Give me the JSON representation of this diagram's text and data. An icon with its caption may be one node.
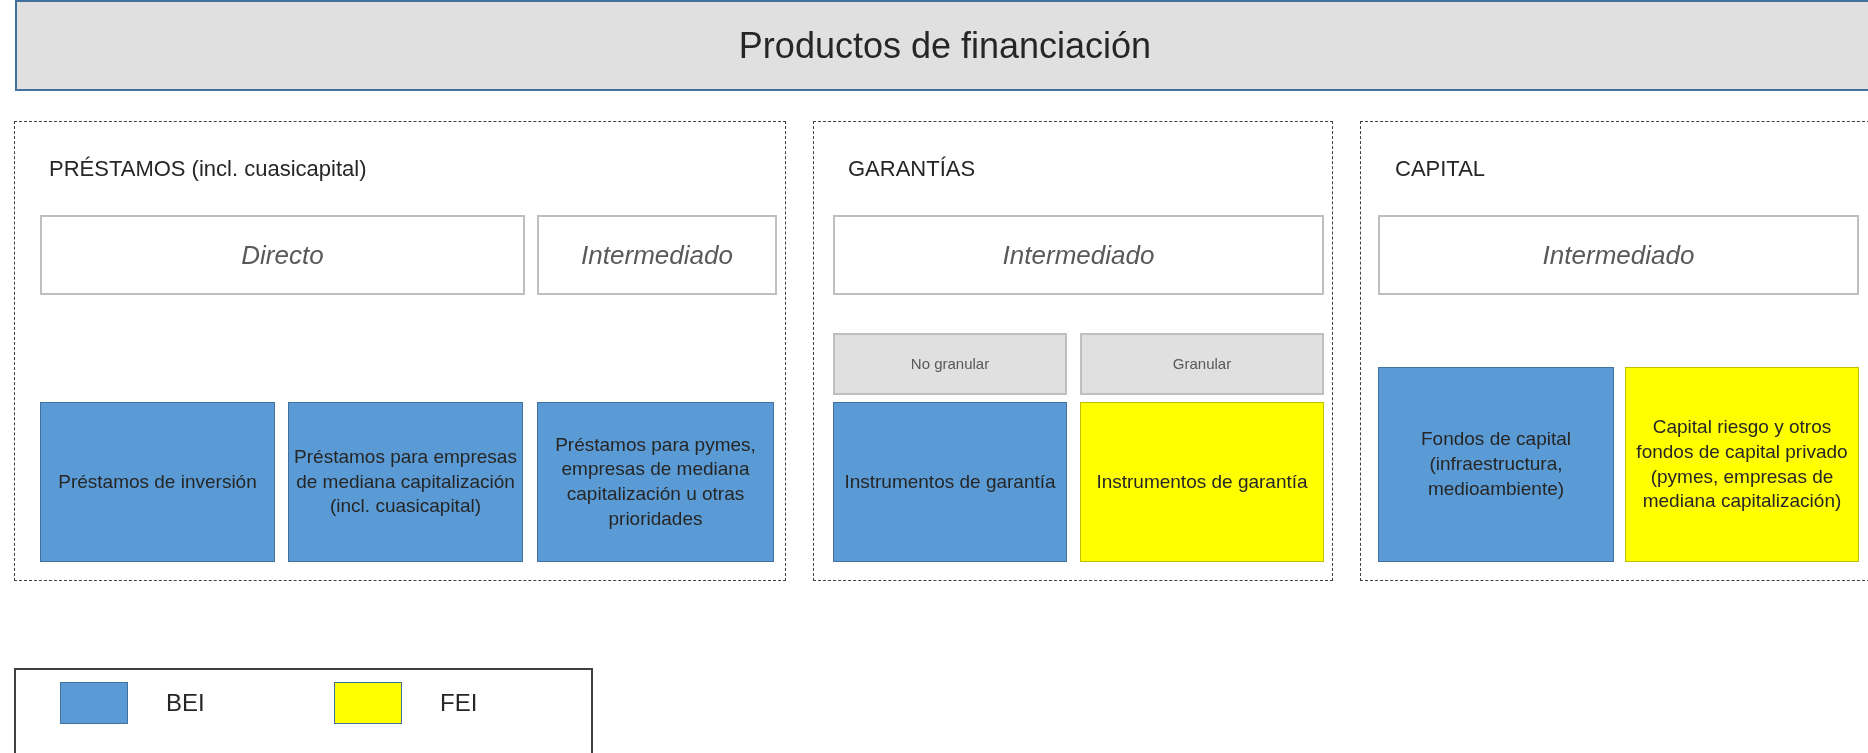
{
  "diagram": {
    "nodes": [
      {
        "text": [
          "Productos de financiación"
        ]
      },
      {
        "text": [
          "PRÉSTAMOS (incl. cuasicapital)"
        ]
      },
      {
        "text": [
          "Directo"
        ],
        "in": 1
      },
      {
        "text": [
          "Intermediado"
        ],
        "in": 1
      },
      {
        "text": [
          "Préstamos de inversión"
        ],
        "in": 1
      },
      {
        "text": [
          "Préstamos para empresas de mediana capitalización (incl. cuasicapital)"
        ],
        "in": 1
      },
      {
        "text": [
          "Préstamos para pymes, empresas de mediana capitalización u otras prioridades"
        ],
        "in": 1
      },
      {
        "text": [
          "GARANTÍAS"
        ]
      },
      {
        "text": [
          "Intermediado"
        ],
        "in": 7
      },
      {
        "text": [
          "No granular"
        ],
        "in": 7
      },
      {
        "text": [
          "Granular"
        ],
        "in": 7
      },
      {
        "text": [
          "Instrumentos de garantía"
        ],
        "in": 7
      },
      {
        "text": [
          "Instrumentos de garantía"
        ],
        "in": 7
      },
      {
        "text": [
          "CAPITAL"
        ]
      },
      {
        "text": [
          "Intermediado"
        ],
        "in": 13
      },
      {
        "text": [
          "Fondos de capital (infraestructura, medioambiente)"
        ],
        "in": 13
      },
      {
        "text": [
          "Capital riesgo y otros fondos de capital privado (pymes, empresas de mediana capitalización)"
        ],
        "in": 13
      }
    ],
    "legend": [
      {
        "text": "BEI",
        "color": "#5b9bd5"
      },
      {
        "text": "FEI",
        "color": "#ffff00"
      }
    ]
  }
}
